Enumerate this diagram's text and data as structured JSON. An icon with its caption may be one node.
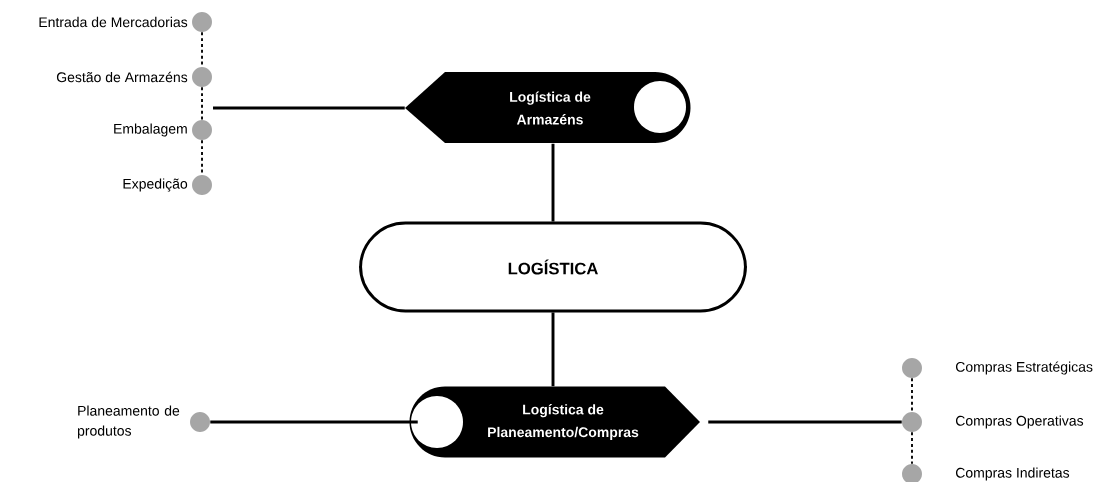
{
  "diagram": {
    "nodes": [
      {
        "text": [
          "LOGÍSTICA"
        ]
      },
      {
        "text": [
          "Logística de Armazéns"
        ]
      },
      {
        "text": [
          "Logística de Planeamento/Compras"
        ]
      },
      {
        "text": [
          "Entrada de Mercadorias"
        ]
      },
      {
        "text": [
          "Gestão de Armazéns"
        ]
      },
      {
        "text": [
          "Embalagem"
        ]
      },
      {
        "text": [
          "Expedição"
        ]
      },
      {
        "text": [
          "Planeamento de produtos"
        ]
      },
      {
        "text": [
          "Compras Estratégicas"
        ]
      },
      {
        "text": [
          "Compras Operativas"
        ]
      },
      {
        "text": [
          "Compras Indiretas"
        ]
      }
    ],
    "edges": [
      {
        "from": 0,
        "to": 1,
        "arrow": "none"
      },
      {
        "from": 0,
        "to": 2,
        "arrow": "none"
      },
      {
        "from": 1,
        "to": null,
        "arrow": "none"
      },
      {
        "from": 3,
        "to": 4,
        "arrow": "none",
        "style": "dashed"
      },
      {
        "from": 4,
        "to": 5,
        "arrow": "none",
        "style": "dashed"
      },
      {
        "from": 5,
        "to": 6,
        "arrow": "none",
        "style": "dashed"
      },
      {
        "from": 2,
        "to": 7,
        "arrow": "none"
      },
      {
        "from": 2,
        "to": 9,
        "arrow": "none"
      },
      {
        "from": 8,
        "to": 9,
        "arrow": "none",
        "style": "dashed"
      },
      {
        "from": 9,
        "to": 10,
        "arrow": "none",
        "style": "dashed"
      }
    ]
  }
}
